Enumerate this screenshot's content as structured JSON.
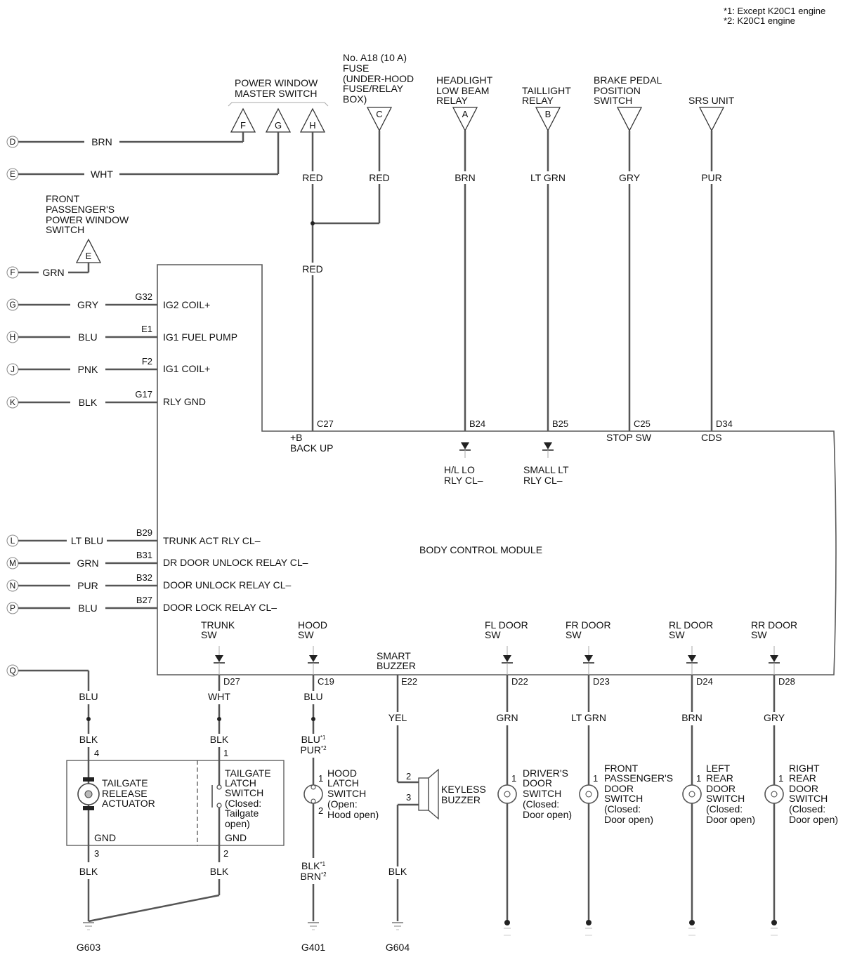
{
  "notes": [
    "*1: Except K20C1 engine",
    "*2: K20C1 engine"
  ],
  "module": "BODY CONTROL MODULE",
  "top_components": {
    "pw_master": [
      "POWER WINDOW",
      "MASTER SWITCH"
    ],
    "fuse": [
      "No. A18 (10 A)",
      "FUSE",
      "(UNDER-HOOD",
      "FUSE/RELAY",
      "BOX)"
    ],
    "headlight": [
      "HEADLIGHT",
      "LOW BEAM",
      "RELAY"
    ],
    "taillight": [
      "TAILLIGHT",
      "RELAY"
    ],
    "brake": [
      "BRAKE PEDAL",
      "POSITION",
      "SWITCH"
    ],
    "srs": [
      "SRS UNIT"
    ],
    "front_pw": [
      "FRONT",
      "PASSENGER'S",
      "POWER WINDOW",
      "SWITCH"
    ]
  },
  "triangles": {
    "F": "F",
    "G": "G",
    "H": "H",
    "C": "C",
    "A": "A",
    "B": "B",
    "E": "E"
  },
  "left_wires": [
    {
      "letter": "D",
      "color": "BRN"
    },
    {
      "letter": "E",
      "color": "WHT"
    },
    {
      "letter": "F",
      "color": "GRN"
    },
    {
      "letter": "G",
      "color": "GRY",
      "pin": "G32",
      "signal": "IG2 COIL+"
    },
    {
      "letter": "H",
      "color": "BLU",
      "pin": "E1",
      "signal": "IG1 FUEL PUMP"
    },
    {
      "letter": "J",
      "color": "PNK",
      "pin": "F2",
      "signal": "IG1 COIL+"
    },
    {
      "letter": "K",
      "color": "BLK",
      "pin": "G17",
      "signal": "RLY GND"
    },
    {
      "letter": "L",
      "color": "LT BLU",
      "pin": "B29",
      "signal": "TRUNK ACT RLY CL–"
    },
    {
      "letter": "M",
      "color": "GRN",
      "pin": "B31",
      "signal": "DR DOOR UNLOCK RELAY CL–"
    },
    {
      "letter": "N",
      "color": "PUR",
      "pin": "B32",
      "signal": "DOOR UNLOCK RELAY CL–"
    },
    {
      "letter": "P",
      "color": "BLU",
      "pin": "B27",
      "signal": "DOOR LOCK RELAY CL–"
    },
    {
      "letter": "Q"
    }
  ],
  "top_wires": {
    "h_color": "RED",
    "c_color": "RED",
    "red_lower": "RED",
    "a_color": "BRN",
    "b_color": "LT GRN",
    "brake_color": "GRY",
    "srs_color": "PUR"
  },
  "top_pins": {
    "c27": "C27",
    "b24": "B24",
    "b25": "B25",
    "c25": "C25",
    "d34": "D34"
  },
  "top_signals": {
    "backup": [
      "+B",
      "BACK UP"
    ],
    "hllo": [
      "H/L LO",
      "RLY CL–"
    ],
    "smalllt": [
      "SMALL LT",
      "RLY CL–"
    ],
    "stopsw": "STOP SW",
    "cds": "CDS"
  },
  "bottom_signals": {
    "trunk": [
      "TRUNK",
      "SW"
    ],
    "hood": [
      "HOOD",
      "SW"
    ],
    "buzzer": [
      "SMART",
      "BUZZER"
    ],
    "fl": [
      "FL DOOR",
      "SW"
    ],
    "fr": [
      "FR DOOR",
      "SW"
    ],
    "rl": [
      "RL DOOR",
      "SW"
    ],
    "rr": [
      "RR DOOR",
      "SW"
    ]
  },
  "bottom_pins": {
    "d27": "D27",
    "c19": "C19",
    "e22": "E22",
    "d22": "D22",
    "d23": "D23",
    "d24": "D24",
    "d28": "D28"
  },
  "bottom_wires": {
    "q_blu": "BLU",
    "trunk_wht": "WHT",
    "hood_blu": "BLU",
    "buzzer_yel": "YEL",
    "fl": "GRN",
    "fr": "LT GRN",
    "rl": "BRN",
    "rr": "GRY",
    "q_blk": "BLK",
    "trunk_blk": "BLK",
    "hood_blu2": "BLU",
    "hood_pur": "PUR",
    "hood_blk": "BLK",
    "hood_brn": "BRN",
    "tg_blk1": "BLK",
    "tg_blk2": "BLK",
    "buzzer_blk": "BLK",
    "sup1": "*1",
    "sup2": "*2"
  },
  "tailgate_box": {
    "actuator": [
      "TAILGATE",
      "RELEASE",
      "ACTUATOR"
    ],
    "latch": [
      "TAILGATE",
      "LATCH",
      "SWITCH",
      "(Closed:",
      "Tailgate",
      "open)"
    ],
    "gnd": "GND",
    "pins": {
      "p4": "4",
      "p1": "1",
      "p3": "3",
      "p2": "2"
    }
  },
  "hood_switch": {
    "label": [
      "HOOD",
      "LATCH",
      "SWITCH",
      "(Open:",
      "Hood open)"
    ],
    "pin1": "1",
    "pin2": "2"
  },
  "keyless": {
    "label": [
      "KEYLESS",
      "BUZZER"
    ],
    "pin2": "2",
    "pin3": "3"
  },
  "door_switches": {
    "driver": [
      "DRIVER'S",
      "DOOR",
      "SWITCH",
      "(Closed:",
      "Door open)"
    ],
    "front_pass": [
      "FRONT",
      "PASSENGER'S",
      "DOOR",
      "SWITCH",
      "(Closed:",
      "Door open)"
    ],
    "left_rear": [
      "LEFT",
      "REAR",
      "DOOR",
      "SWITCH",
      "(Closed:",
      "Door open)"
    ],
    "right_rear": [
      "RIGHT",
      "REAR",
      "DOOR",
      "SWITCH",
      "(Closed:",
      "Door open)"
    ],
    "pin": "1"
  },
  "grounds": {
    "g603": "G603",
    "g401": "G401",
    "g604": "G604"
  }
}
